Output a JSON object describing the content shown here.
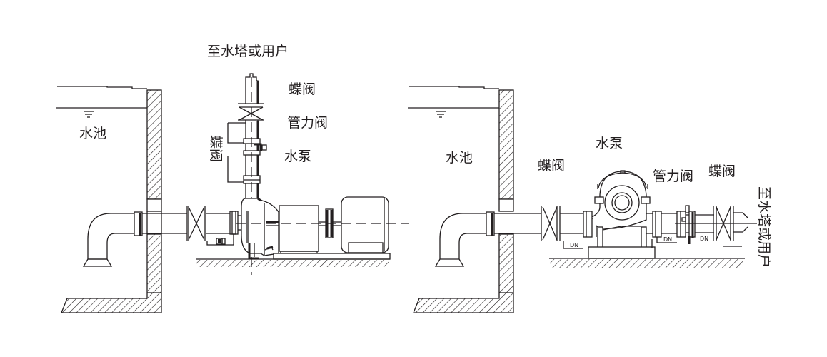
{
  "diagram": {
    "title": "Pump installation diagrams",
    "colors": {
      "line": "#231f20",
      "background": "#ffffff"
    },
    "left": {
      "labels": {
        "outlet": "至水塔或用户",
        "butterfly_valve_top": "蝶阀",
        "check_valve": "管力阀",
        "pump": "水泵",
        "butterfly_valve_side": "蝶阀",
        "tank": "水池"
      }
    },
    "right": {
      "labels": {
        "tank": "水池",
        "butterfly_valve_inlet": "蝶阀",
        "pump": "水泵",
        "check_valve": "管力阀",
        "butterfly_valve_outlet": "蝶阀",
        "outlet": "至水塔或用户"
      },
      "marks": {
        "dn": "DN"
      }
    }
  }
}
